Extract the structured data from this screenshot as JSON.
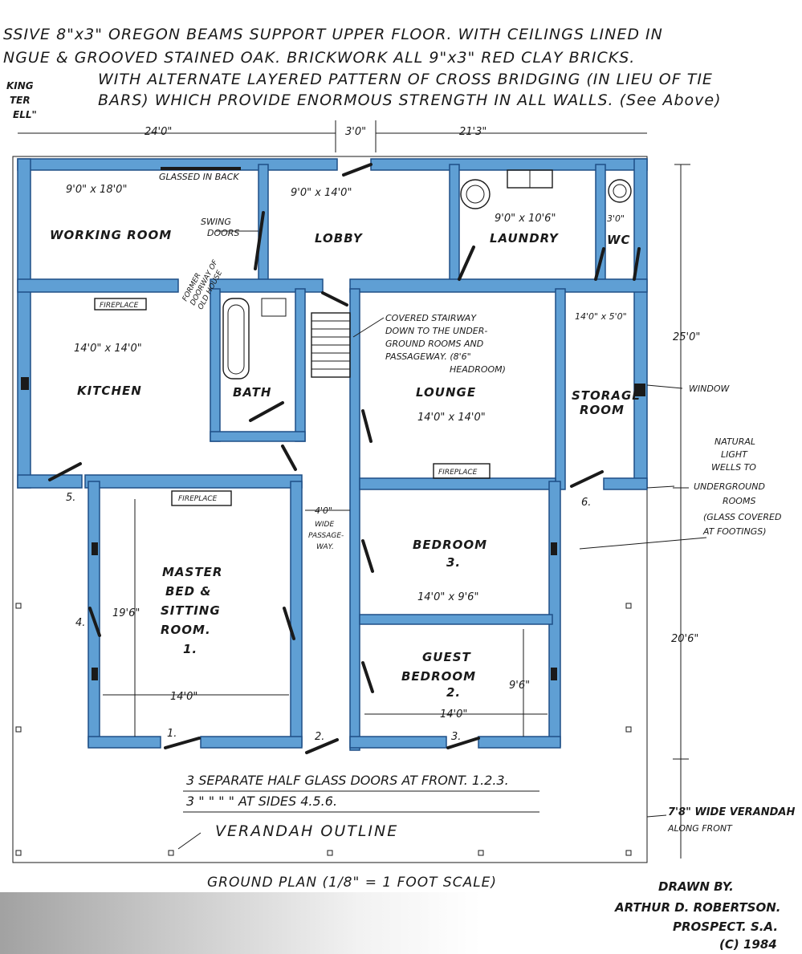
{
  "header": {
    "lines": [
      "SSIVE 8\"x3\" OREGON BEAMS SUPPORT UPPER FLOOR. WITH CEILINGS LINED IN",
      "NGUE & GROOVED STAINED OAK.   BRICKWORK ALL 9\"x3\" RED CLAY BRICKS.",
      "WITH ALTERNATE LAYERED PATTERN OF CROSS BRIDGING (IN LIEU OF TIE",
      "BARS) WHICH PROVIDE ENORMOUS STRENGTH IN ALL WALLS. (See Above)"
    ],
    "corner_note": [
      "KING",
      "TER",
      "ELL\""
    ]
  },
  "dimensions": {
    "top_left": "24'0\"",
    "top_mid": "3'0\"",
    "top_right": "21'3\"",
    "right_upper": "25'0\"",
    "right_lower": "20'6\"",
    "master_height": "19'6\"",
    "master_width": "14'0\"",
    "guest_height": "9'6\"",
    "guest_width": "14'0\""
  },
  "rooms": {
    "working": {
      "name": "WORKING ROOM",
      "size": "9'0\" x 18'0\""
    },
    "lobby": {
      "name": "LOBBY",
      "size": "9'0\" x 14'0\""
    },
    "laundry": {
      "name": "LAUNDRY",
      "size": "9'0\" x 10'6\""
    },
    "wc": {
      "name": "WC",
      "size": "3'0\""
    },
    "kitchen": {
      "name": "KITCHEN",
      "size": "14'0\" x 14'0\""
    },
    "bath": {
      "name": "BATH"
    },
    "lounge": {
      "name": "LOUNGE",
      "size": "14'0\" x 14'0\""
    },
    "storage": {
      "name": "STORAGE",
      "name2": "ROOM",
      "size": "14'0\" x 5'0\""
    },
    "bedroom3": {
      "name": "BEDROOM",
      "num": "3.",
      "size": "14'0\" x 9'6\""
    },
    "guest": {
      "name": "GUEST",
      "name2": "BEDROOM",
      "num": "2."
    },
    "master": {
      "name": "MASTER",
      "name2": "BED &",
      "name3": "SITTING",
      "name4": "ROOM.",
      "num": "1."
    }
  },
  "labels": {
    "glassed": "GLASSED IN BACK",
    "swing_doors": [
      "SWING",
      "DOORS"
    ],
    "former_doorway": [
      "FORMER",
      "DOORWAY OF",
      "OLD HOUSE"
    ],
    "fireplace": "FIREPLACE",
    "stairway": [
      "COVERED STAIRWAY",
      "DOWN TO THE UNDER-",
      "GROUND ROOMS AND",
      "PASSAGEWAY. (8'6\"",
      "HEADROOM)"
    ],
    "passage": [
      "4'0\"",
      "WIDE",
      "PASSAGE-",
      "WAY."
    ],
    "window": "WINDOW",
    "light_wells": [
      "NATURAL",
      "LIGHT",
      "WELLS TO",
      "UNDERGROUND",
      "ROOMS",
      "(GLASS COVERED",
      "AT FOOTINGS)"
    ],
    "door_numbers": [
      "1.",
      "2.",
      "3.",
      "4.",
      "5.",
      "6."
    ]
  },
  "notes": {
    "line1": "3 SEPARATE HALF GLASS DOORS AT FRONT. 1.2.3.",
    "line2": "3   \"   \"   \"   \"  AT SIDES  4.5.6.",
    "verandah_outline": "VERANDAH OUTLINE",
    "verandah_width": "7'8\" WIDE VERANDAH",
    "along_front": "ALONG FRONT"
  },
  "footer": {
    "caption": "GROUND PLAN (1/8\" = 1 FOOT SCALE)",
    "drawn_by": "DRAWN BY.",
    "author": "ARTHUR D. ROBERTSON.",
    "place": "PROSPECT. S.A.",
    "copyright": "(C) 1984"
  },
  "colors": {
    "wall_fill": "#5f9fd4",
    "wall_edge": "#1e4f86",
    "ink": "#1a1a1a"
  }
}
